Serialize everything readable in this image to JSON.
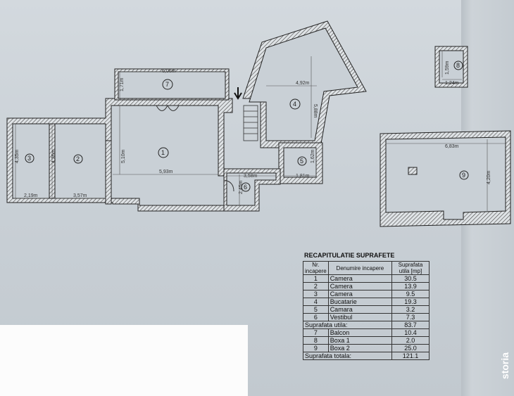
{
  "plan": {
    "rooms": {
      "r1": "1",
      "r2": "2",
      "r3": "3",
      "r4": "4",
      "r5": "5",
      "r6": "6",
      "r7": "7",
      "r8": "8",
      "r9": "9"
    },
    "dims": {
      "d_606": "6,06m",
      "d_171": "1,71m",
      "d_492": "4,92m",
      "d_588": "5,88m",
      "d_510": "5,10m",
      "d_593": "5,93m",
      "d_435": "4,35m",
      "d_436": "4,36m",
      "d_219": "2,19m",
      "d_357": "3,57m",
      "d_358": "3,58m",
      "d_245": "2,45m",
      "d_181": "1,81m",
      "d_162": "1,62m",
      "d_159": "1,59m",
      "d_124": "1,24m",
      "d_683": "6,83m",
      "d_420": "4,20m"
    }
  },
  "table": {
    "title": "RECAPITULATIE SUPRAFETE",
    "headers": {
      "nr": "Nr. incapere",
      "name": "Denumire incapere",
      "area": "Suprafata utila [mp]"
    },
    "rows": [
      {
        "nr": "1",
        "name": "Camera",
        "area": "30.5"
      },
      {
        "nr": "2",
        "name": "Camera",
        "area": "13.9"
      },
      {
        "nr": "3",
        "name": "Camera",
        "area": "9.5"
      },
      {
        "nr": "4",
        "name": "Bucatarie",
        "area": "19.3"
      },
      {
        "nr": "5",
        "name": "Camara",
        "area": "3.2"
      },
      {
        "nr": "6",
        "name": "Vestibul",
        "area": "7.3"
      }
    ],
    "subtotal_label": "Suprafata utila:",
    "subtotal": "83.7",
    "extra_rows": [
      {
        "nr": "7",
        "name": "Balcon",
        "area": "10.4"
      },
      {
        "nr": "8",
        "name": "Boxa 1",
        "area": "2.0"
      },
      {
        "nr": "9",
        "name": "Boxa 2",
        "area": "25.0"
      }
    ],
    "total_label": "Suprafata totala:",
    "total": "121.1"
  },
  "watermark": "storia"
}
